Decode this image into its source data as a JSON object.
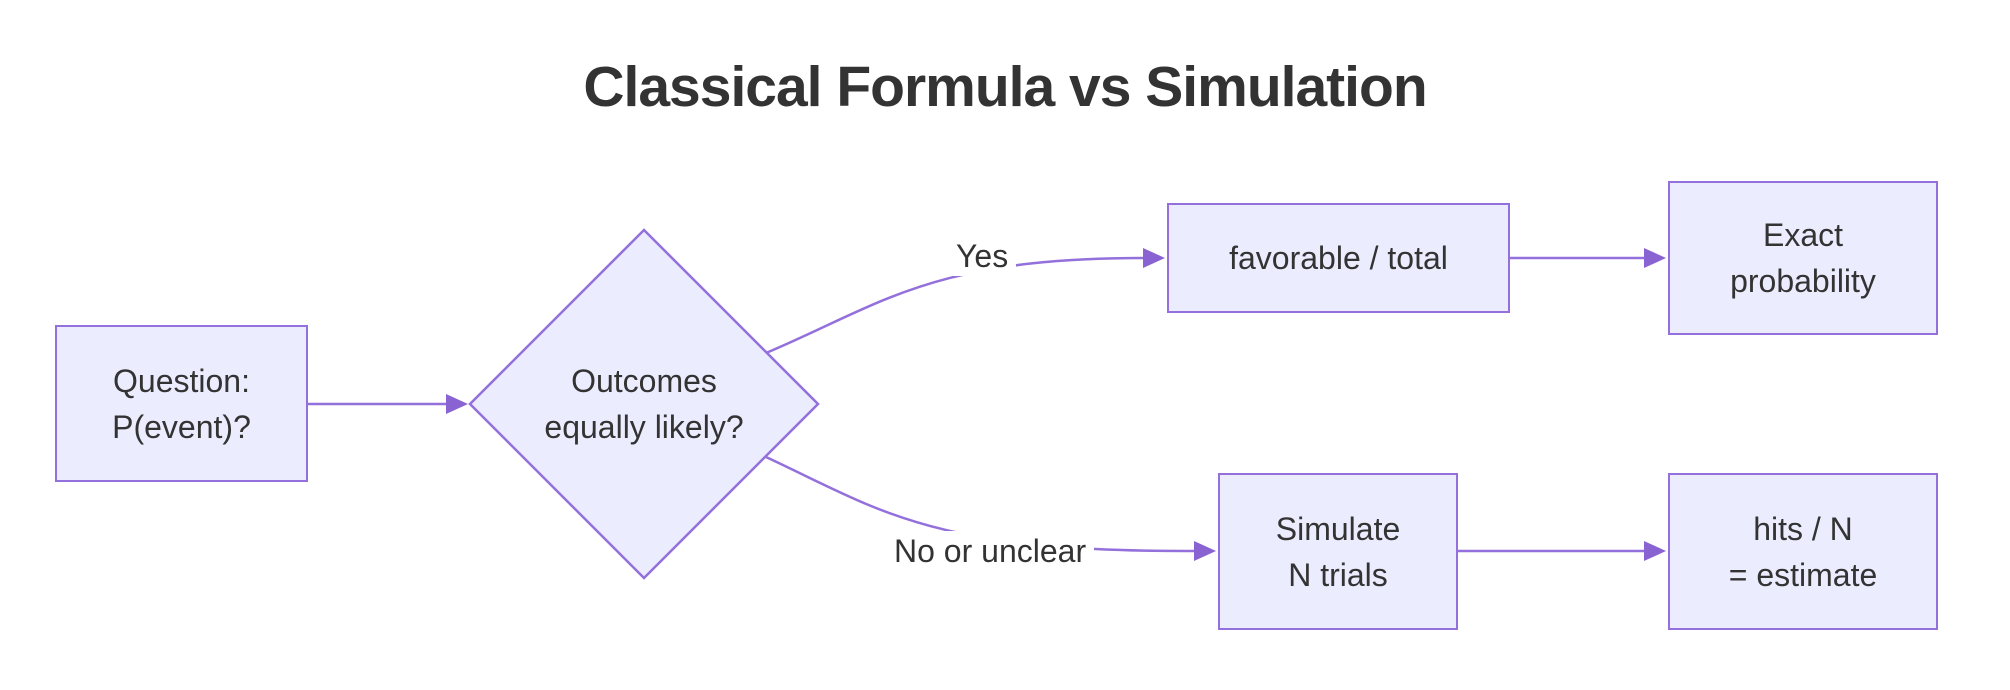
{
  "title": "Classical Formula vs Simulation",
  "nodes": {
    "question": {
      "text": "Question:\nP(event)?"
    },
    "decision": {
      "text": "Outcomes\nequally likely?"
    },
    "favorable": {
      "text": "favorable / total"
    },
    "exact": {
      "text": "Exact\nprobability"
    },
    "simulate": {
      "text": "Simulate\nN trials"
    },
    "estimate": {
      "text": "hits / N\n= estimate"
    }
  },
  "edge_labels": {
    "yes": "Yes",
    "no": "No or unclear"
  },
  "edges": [
    {
      "from": "question",
      "to": "decision",
      "label": ""
    },
    {
      "from": "decision",
      "to": "favorable",
      "label": "Yes"
    },
    {
      "from": "favorable",
      "to": "exact",
      "label": ""
    },
    {
      "from": "decision",
      "to": "simulate",
      "label": "No or unclear"
    },
    {
      "from": "simulate",
      "to": "estimate",
      "label": ""
    }
  ],
  "colors": {
    "background": "#FFFFFF",
    "node_fill": "#ECECFF",
    "node_border": "#9370DB",
    "edge_line": "#9370DB",
    "arrowhead": "#8A63D2",
    "text": "#333333"
  }
}
